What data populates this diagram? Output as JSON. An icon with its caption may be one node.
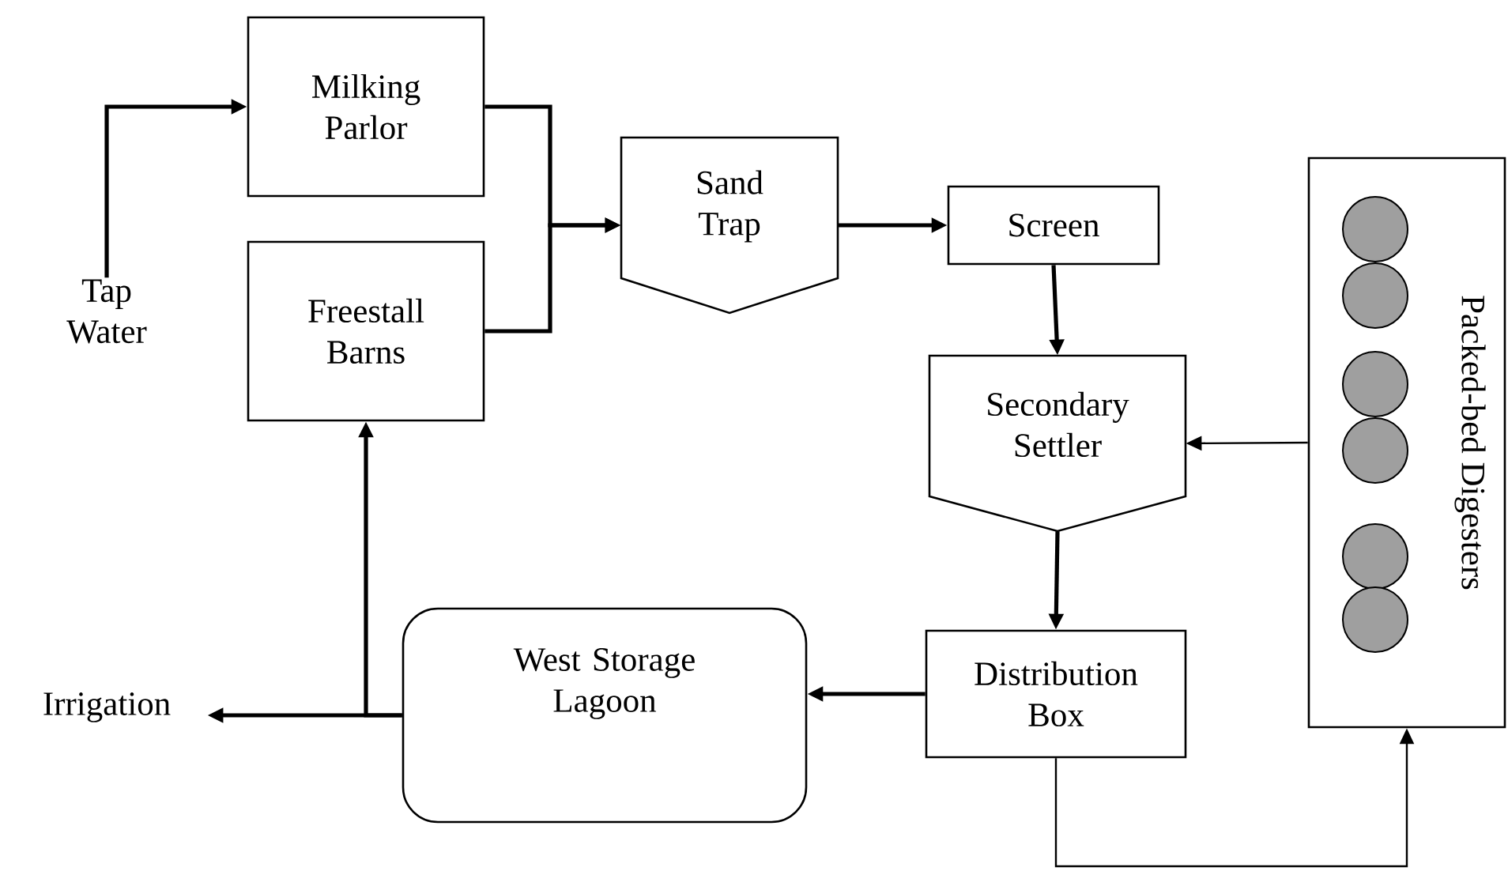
{
  "diagram": {
    "nodes": [
      {
        "text": [
          "Tap Water"
        ]
      },
      {
        "text": [
          "Milking Parlor"
        ]
      },
      {
        "text": [
          "Freestall Barns"
        ]
      },
      {
        "text": [
          "Sand Trap"
        ]
      },
      {
        "text": [
          "Screen"
        ]
      },
      {
        "text": [
          "Secondary Settler"
        ]
      },
      {
        "text": [
          "Packed-bed Digesters"
        ]
      },
      {
        "text": [
          "Distribution Box"
        ]
      },
      {
        "text": [
          "West Storage Lagoon"
        ]
      },
      {
        "text": [
          "Irrigation"
        ]
      }
    ],
    "edges": [
      {
        "from": 0,
        "to": 1,
        "arrow": "to"
      },
      {
        "from": 1,
        "to": 3,
        "arrow": "to"
      },
      {
        "from": 2,
        "to": 3,
        "arrow": "to"
      },
      {
        "from": 3,
        "to": 4,
        "arrow": "to"
      },
      {
        "from": 4,
        "to": 5,
        "arrow": "to"
      },
      {
        "from": 6,
        "to": 5,
        "arrow": "to"
      },
      {
        "from": 5,
        "to": 7,
        "arrow": "to"
      },
      {
        "from": 7,
        "to": 8,
        "arrow": "to"
      },
      {
        "from": 8,
        "to": 9,
        "arrow": "to"
      },
      {
        "from": 8,
        "to": 2,
        "arrow": "to"
      },
      {
        "from": 7,
        "to": 6,
        "arrow": "to"
      }
    ]
  }
}
